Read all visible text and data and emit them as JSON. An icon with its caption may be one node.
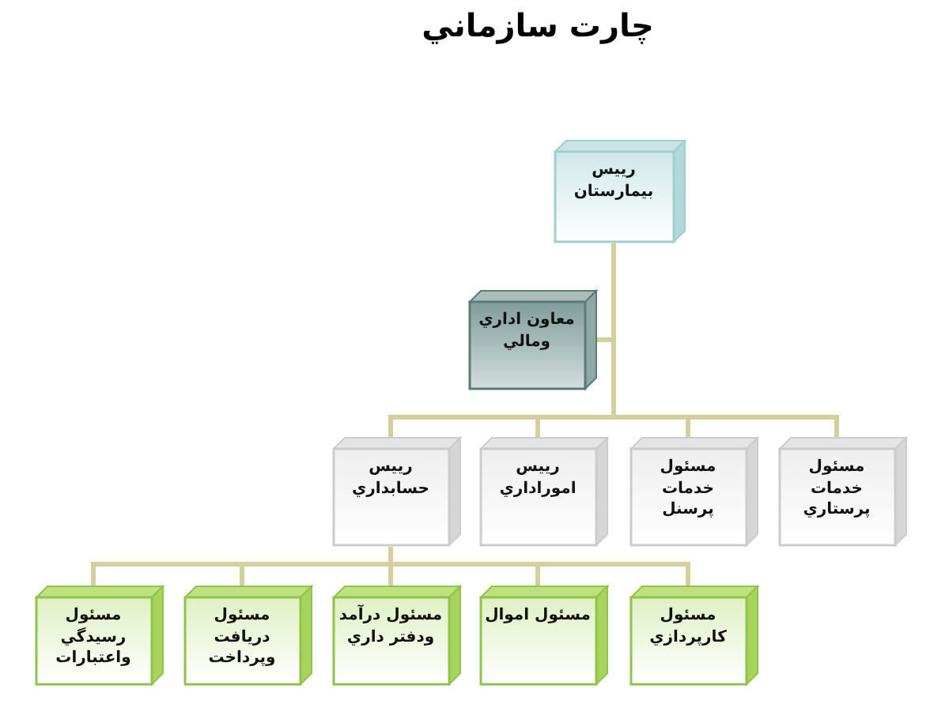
{
  "diagram": {
    "title": "چارت سازماني",
    "nodes": [
      {
        "text": [
          "رييس بيمارستان"
        ]
      },
      {
        "text": [
          "معاون اداري ومالي"
        ]
      },
      {
        "text": [
          "مسئول خدمات پرستاري"
        ]
      },
      {
        "text": [
          "مسئول خدمات پرسنل"
        ]
      },
      {
        "text": [
          "رييس اموراداري"
        ]
      },
      {
        "text": [
          "رييس حسابداري"
        ]
      },
      {
        "text": [
          "مسئول کارپردازي"
        ]
      },
      {
        "text": [
          "مسئول اموال"
        ]
      },
      {
        "text": [
          "مسئول درآمد ودفتر داري"
        ]
      },
      {
        "text": [
          "مسئول دريافت وپرداخت"
        ]
      },
      {
        "text": [
          "مسئول رسيدگي واعتبارات"
        ]
      }
    ],
    "edges": [
      {
        "from": 0,
        "to": 1,
        "arrow": "none"
      },
      {
        "from": 0,
        "to": 2,
        "arrow": "none"
      },
      {
        "from": 0,
        "to": 3,
        "arrow": "none"
      },
      {
        "from": 0,
        "to": 4,
        "arrow": "none"
      },
      {
        "from": 0,
        "to": 5,
        "arrow": "none"
      },
      {
        "from": 5,
        "to": 6,
        "arrow": "none"
      },
      {
        "from": 5,
        "to": 7,
        "arrow": "none"
      },
      {
        "from": 5,
        "to": 8,
        "arrow": "none"
      },
      {
        "from": 5,
        "to": 9,
        "arrow": "none"
      },
      {
        "from": 5,
        "to": 10,
        "arrow": "none"
      }
    ]
  }
}
